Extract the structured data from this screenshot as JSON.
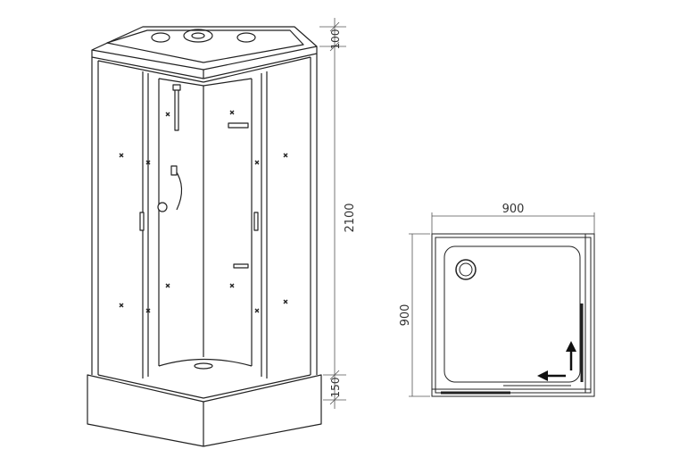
{
  "dimensions": {
    "roof_height": "100",
    "total_height": "2100",
    "tray_height": "150",
    "plan_width": "900",
    "plan_depth": "900"
  },
  "colors": {
    "line": "#222222",
    "dim_line": "#555555",
    "glass": "#ffffff",
    "arrow": "#111111"
  }
}
